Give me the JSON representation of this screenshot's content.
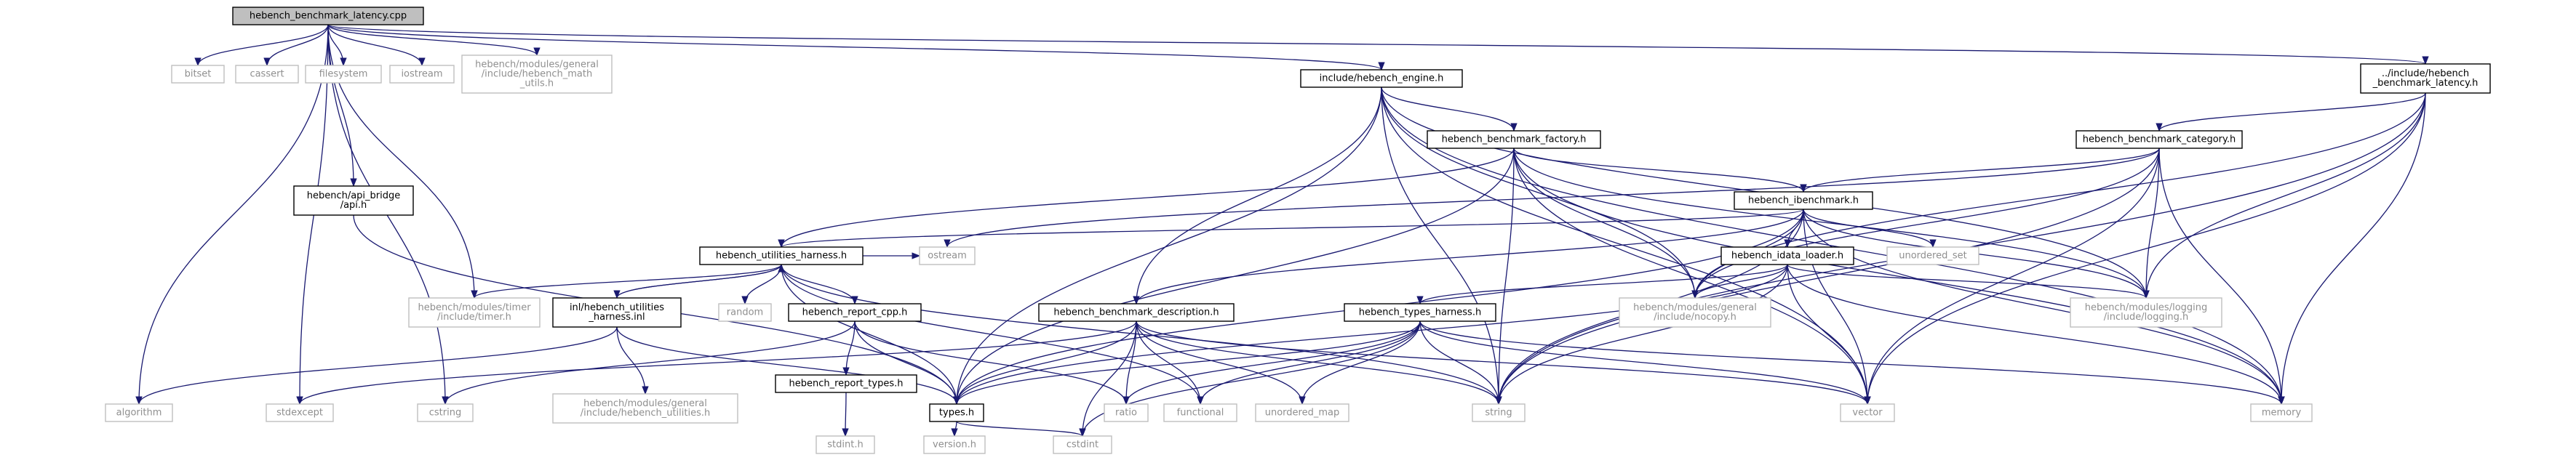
{
  "diagram": {
    "title": "hebench_benchmark_latency.cpp",
    "colors": {
      "root_fill": "#bfbfbf",
      "node_fill": "#ffffff",
      "node_border": "#000000",
      "external_border": "#bfbfbf",
      "external_text": "#8f8f8f",
      "edge": "#191970"
    },
    "nodes": [
      {
        "id": "root",
        "lines": [
          "hebench_benchmark_latency.cpp"
        ],
        "kind": "root"
      },
      {
        "id": "algorithm",
        "lines": [
          "algorithm"
        ],
        "kind": "external"
      },
      {
        "id": "bitset",
        "lines": [
          "bitset"
        ],
        "kind": "external"
      },
      {
        "id": "cassert",
        "lines": [
          "cassert"
        ],
        "kind": "external"
      },
      {
        "id": "filesystem",
        "lines": [
          "filesystem"
        ],
        "kind": "external"
      },
      {
        "id": "iostream",
        "lines": [
          "iostream"
        ],
        "kind": "external"
      },
      {
        "id": "math_utils",
        "lines": [
          "hebench/modules/general",
          "/include/hebench_math",
          "_utils.h"
        ],
        "kind": "external"
      },
      {
        "id": "include_engine",
        "lines": [
          "include/hebench_engine.h"
        ],
        "kind": "local"
      },
      {
        "id": "inc_latency",
        "lines": [
          "../include/hebench",
          "_benchmark_latency.h"
        ],
        "kind": "local"
      },
      {
        "id": "api_bridge",
        "lines": [
          "hebench/api_bridge",
          "/api.h"
        ],
        "kind": "local"
      },
      {
        "id": "benchmark_factory",
        "lines": [
          "hebench_benchmark_factory.h"
        ],
        "kind": "local"
      },
      {
        "id": "benchmark_category",
        "lines": [
          "hebench_benchmark_category.h"
        ],
        "kind": "local"
      },
      {
        "id": "ibenchmark",
        "lines": [
          "hebench_ibenchmark.h"
        ],
        "kind": "local"
      },
      {
        "id": "utilities_harness",
        "lines": [
          "hebench_utilities_harness.h"
        ],
        "kind": "local"
      },
      {
        "id": "idata_loader",
        "lines": [
          "hebench_idata_loader.h"
        ],
        "kind": "local"
      },
      {
        "id": "unordered_set",
        "lines": [
          "unordered_set"
        ],
        "kind": "external"
      },
      {
        "id": "timer",
        "lines": [
          "hebench/modules/timer",
          "/include/timer.h"
        ],
        "kind": "external"
      },
      {
        "id": "utilities_inl",
        "lines": [
          "inl/hebench_utilities",
          "_harness.inl"
        ],
        "kind": "local"
      },
      {
        "id": "random",
        "lines": [
          "random"
        ],
        "kind": "external"
      },
      {
        "id": "report_cpp",
        "lines": [
          "hebench_report_cpp.h"
        ],
        "kind": "local"
      },
      {
        "id": "ostream",
        "lines": [
          "ostream"
        ],
        "kind": "external"
      },
      {
        "id": "benchmark_description",
        "lines": [
          "hebench_benchmark_description.h"
        ],
        "kind": "local"
      },
      {
        "id": "types_harness",
        "lines": [
          "hebench_types_harness.h"
        ],
        "kind": "local"
      },
      {
        "id": "nocopy",
        "lines": [
          "hebench/modules/general",
          "/include/nocopy.h"
        ],
        "kind": "external"
      },
      {
        "id": "logging",
        "lines": [
          "hebench/modules/logging",
          "/include/logging.h"
        ],
        "kind": "external"
      },
      {
        "id": "stdexcept",
        "lines": [
          "stdexcept"
        ],
        "kind": "external"
      },
      {
        "id": "cstring",
        "lines": [
          "cstring"
        ],
        "kind": "external"
      },
      {
        "id": "general_utilities",
        "lines": [
          "hebench/modules/general",
          "/include/hebench_utilities.h"
        ],
        "kind": "external"
      },
      {
        "id": "report_types",
        "lines": [
          "hebench_report_types.h"
        ],
        "kind": "local"
      },
      {
        "id": "types_h",
        "lines": [
          "types.h"
        ],
        "kind": "local"
      },
      {
        "id": "ratio",
        "lines": [
          "ratio"
        ],
        "kind": "external"
      },
      {
        "id": "functional",
        "lines": [
          "functional"
        ],
        "kind": "external"
      },
      {
        "id": "unordered_map",
        "lines": [
          "unordered_map"
        ],
        "kind": "external"
      },
      {
        "id": "string",
        "lines": [
          "string"
        ],
        "kind": "external"
      },
      {
        "id": "vector",
        "lines": [
          "vector"
        ],
        "kind": "external"
      },
      {
        "id": "memory",
        "lines": [
          "memory"
        ],
        "kind": "external"
      },
      {
        "id": "stdint",
        "lines": [
          "stdint.h"
        ],
        "kind": "external"
      },
      {
        "id": "version",
        "lines": [
          "version.h"
        ],
        "kind": "external"
      },
      {
        "id": "cstdint",
        "lines": [
          "cstdint"
        ],
        "kind": "external"
      }
    ],
    "edges": [
      [
        "root",
        "algorithm"
      ],
      [
        "root",
        "bitset"
      ],
      [
        "root",
        "cassert"
      ],
      [
        "root",
        "filesystem"
      ],
      [
        "root",
        "iostream"
      ],
      [
        "root",
        "math_utils"
      ],
      [
        "root",
        "include_engine"
      ],
      [
        "root",
        "inc_latency"
      ],
      [
        "root",
        "api_bridge"
      ],
      [
        "root",
        "timer"
      ],
      [
        "root",
        "stdexcept"
      ],
      [
        "root",
        "cstring"
      ],
      [
        "include_engine",
        "benchmark_factory"
      ],
      [
        "include_engine",
        "benchmark_description"
      ],
      [
        "include_engine",
        "types_h"
      ],
      [
        "include_engine",
        "nocopy"
      ],
      [
        "include_engine",
        "logging"
      ],
      [
        "include_engine",
        "string"
      ],
      [
        "include_engine",
        "vector"
      ],
      [
        "include_engine",
        "memory"
      ],
      [
        "inc_latency",
        "benchmark_category"
      ],
      [
        "inc_latency",
        "logging"
      ],
      [
        "inc_latency",
        "string"
      ],
      [
        "inc_latency",
        "vector"
      ],
      [
        "inc_latency",
        "memory"
      ],
      [
        "inc_latency",
        "nocopy"
      ],
      [
        "api_bridge",
        "types_h"
      ],
      [
        "benchmark_factory",
        "ibenchmark"
      ],
      [
        "benchmark_factory",
        "utilities_harness"
      ],
      [
        "benchmark_factory",
        "types_h"
      ],
      [
        "benchmark_factory",
        "nocopy"
      ],
      [
        "benchmark_factory",
        "logging"
      ],
      [
        "benchmark_factory",
        "string"
      ],
      [
        "benchmark_factory",
        "vector"
      ],
      [
        "benchmark_factory",
        "memory"
      ],
      [
        "benchmark_category",
        "ibenchmark"
      ],
      [
        "benchmark_category",
        "ostream"
      ],
      [
        "benchmark_category",
        "nocopy"
      ],
      [
        "benchmark_category",
        "logging"
      ],
      [
        "benchmark_category",
        "string"
      ],
      [
        "benchmark_category",
        "vector"
      ],
      [
        "benchmark_category",
        "memory"
      ],
      [
        "ibenchmark",
        "utilities_harness"
      ],
      [
        "ibenchmark",
        "idata_loader"
      ],
      [
        "ibenchmark",
        "benchmark_description"
      ],
      [
        "ibenchmark",
        "unordered_set"
      ],
      [
        "ibenchmark",
        "nocopy"
      ],
      [
        "ibenchmark",
        "logging"
      ],
      [
        "ibenchmark",
        "types_h"
      ],
      [
        "ibenchmark",
        "string"
      ],
      [
        "ibenchmark",
        "vector"
      ],
      [
        "ibenchmark",
        "memory"
      ],
      [
        "utilities_harness",
        "timer"
      ],
      [
        "utilities_harness",
        "utilities_inl"
      ],
      [
        "utilities_harness",
        "random"
      ],
      [
        "utilities_harness",
        "report_cpp"
      ],
      [
        "utilities_harness",
        "ostream"
      ],
      [
        "utilities_harness",
        "types_h"
      ],
      [
        "utilities_harness",
        "string"
      ],
      [
        "utilities_harness",
        "functional"
      ],
      [
        "utilities_inl",
        "utilities_harness"
      ],
      [
        "utilities_inl",
        "algorithm"
      ],
      [
        "utilities_inl",
        "general_utilities"
      ],
      [
        "utilities_inl",
        "types_h"
      ],
      [
        "idata_loader",
        "types_harness"
      ],
      [
        "idata_loader",
        "nocopy"
      ],
      [
        "idata_loader",
        "logging"
      ],
      [
        "idata_loader",
        "types_h"
      ],
      [
        "idata_loader",
        "string"
      ],
      [
        "idata_loader",
        "vector"
      ],
      [
        "idata_loader",
        "memory"
      ],
      [
        "report_cpp",
        "report_types"
      ],
      [
        "report_cpp",
        "types_h"
      ],
      [
        "report_cpp",
        "ratio"
      ],
      [
        "report_cpp",
        "cstring"
      ],
      [
        "benchmark_description",
        "types_h"
      ],
      [
        "benchmark_description",
        "ratio"
      ],
      [
        "benchmark_description",
        "functional"
      ],
      [
        "benchmark_description",
        "unordered_map"
      ],
      [
        "benchmark_description",
        "string"
      ],
      [
        "benchmark_description",
        "vector"
      ],
      [
        "benchmark_description",
        "cstdint"
      ],
      [
        "benchmark_description",
        "stdexcept"
      ],
      [
        "types_harness",
        "types_h"
      ],
      [
        "types_harness",
        "ratio"
      ],
      [
        "types_harness",
        "functional"
      ],
      [
        "types_harness",
        "unordered_map"
      ],
      [
        "types_harness",
        "string"
      ],
      [
        "types_harness",
        "vector"
      ],
      [
        "types_harness",
        "memory"
      ],
      [
        "types_harness",
        "cstdint"
      ],
      [
        "report_types",
        "stdint"
      ],
      [
        "types_h",
        "version"
      ],
      [
        "types_h",
        "cstdint"
      ]
    ]
  }
}
